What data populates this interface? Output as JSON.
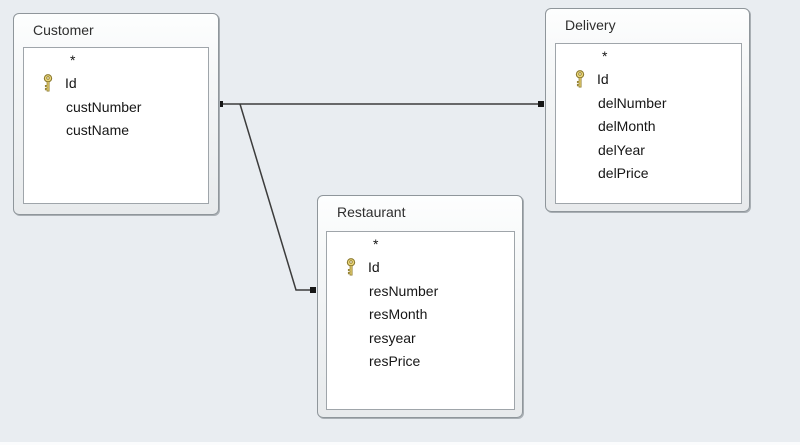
{
  "canvas": {
    "name": "dataset-designer-canvas",
    "background": "#e9edf1"
  },
  "colors": {
    "node_border": "#8f969b",
    "node_fill_top": "#fdfefe",
    "node_fill_bottom": "#e7eaec",
    "list_background": "#ffffff",
    "wire": "#3c3c3c",
    "key_gold": "#e5cf6f",
    "key_outline": "#8d7b31",
    "text": "#161616"
  },
  "icons": {
    "primary_key": "key-icon",
    "all_columns_glyph": "*"
  },
  "tables": [
    {
      "title": "Customer",
      "rows": [
        {
          "label": "*"
        },
        {
          "label": "Id",
          "icon": "primary-key"
        },
        {
          "label": "custNumber"
        },
        {
          "label": "custName"
        }
      ]
    },
    {
      "title": "Delivery",
      "rows": [
        {
          "label": "*"
        },
        {
          "label": "Id",
          "icon": "primary-key"
        },
        {
          "label": "delNumber"
        },
        {
          "label": "delMonth"
        },
        {
          "label": "delYear"
        },
        {
          "label": "delPrice"
        }
      ]
    },
    {
      "title": "Restaurant",
      "rows": [
        {
          "label": "*"
        },
        {
          "label": "Id",
          "icon": "primary-key"
        },
        {
          "label": "resNumber"
        },
        {
          "label": "resMonth"
        },
        {
          "label": "resyear"
        },
        {
          "label": "resPrice"
        }
      ]
    }
  ],
  "relationships": [
    {
      "from": "Customer",
      "to": "Delivery"
    },
    {
      "from": "Customer",
      "to": "Restaurant"
    }
  ]
}
